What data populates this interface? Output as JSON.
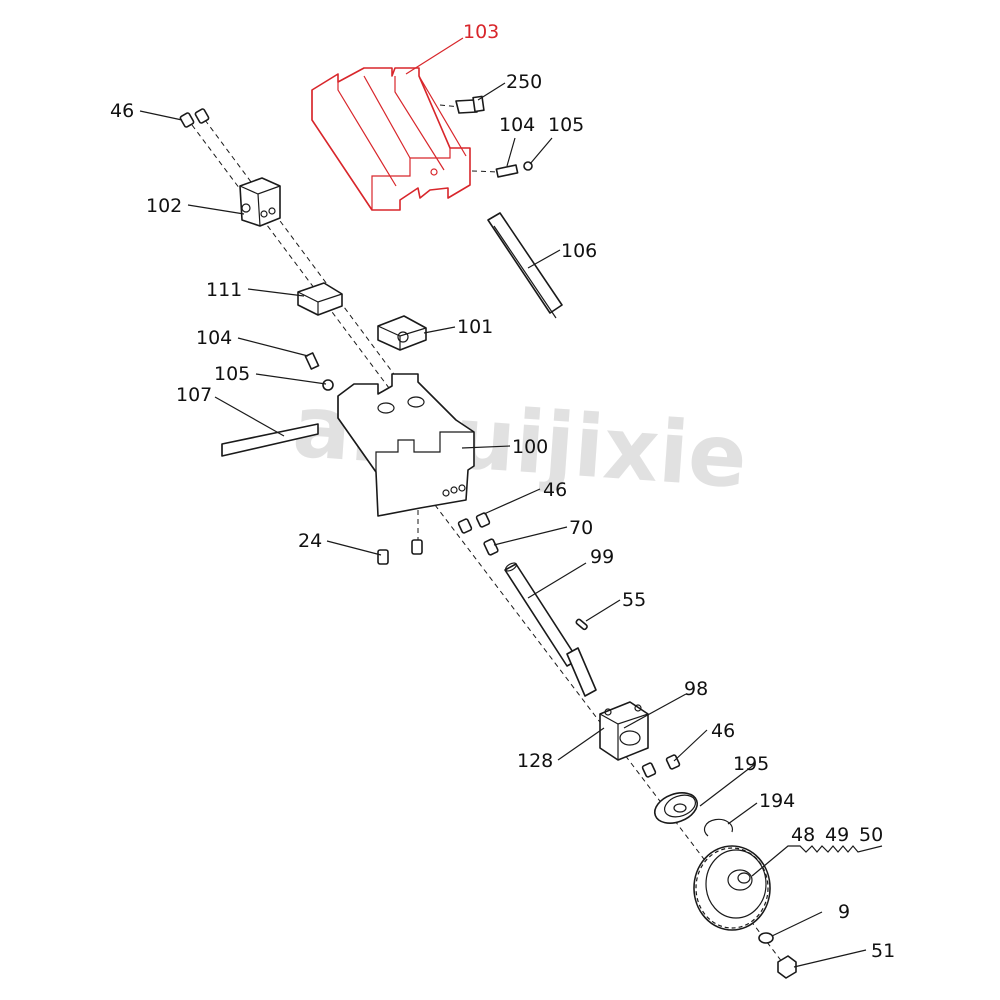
{
  "watermark": "anruijixie",
  "highlight_color": "#d8262b",
  "callouts": [
    {
      "id": "c103",
      "label": "103"
    },
    {
      "id": "c250",
      "label": "250"
    },
    {
      "id": "c104a",
      "label": "104"
    },
    {
      "id": "c105a",
      "label": "105"
    },
    {
      "id": "c46a",
      "label": "46"
    },
    {
      "id": "c102",
      "label": "102"
    },
    {
      "id": "c106",
      "label": "106"
    },
    {
      "id": "c111",
      "label": "111"
    },
    {
      "id": "c101",
      "label": "101"
    },
    {
      "id": "c104b",
      "label": "104"
    },
    {
      "id": "c105b",
      "label": "105"
    },
    {
      "id": "c107",
      "label": "107"
    },
    {
      "id": "c100",
      "label": "100"
    },
    {
      "id": "c46b",
      "label": "46"
    },
    {
      "id": "c70",
      "label": "70"
    },
    {
      "id": "c24",
      "label": "24"
    },
    {
      "id": "c99",
      "label": "99"
    },
    {
      "id": "c55",
      "label": "55"
    },
    {
      "id": "c98",
      "label": "98"
    },
    {
      "id": "c128",
      "label": "128"
    },
    {
      "id": "c46c",
      "label": "46"
    },
    {
      "id": "c195",
      "label": "195"
    },
    {
      "id": "c194",
      "label": "194"
    },
    {
      "id": "c48",
      "label": "48"
    },
    {
      "id": "c49",
      "label": "49"
    },
    {
      "id": "c50",
      "label": "50"
    },
    {
      "id": "c9",
      "label": "9"
    },
    {
      "id": "c51",
      "label": "51"
    }
  ]
}
